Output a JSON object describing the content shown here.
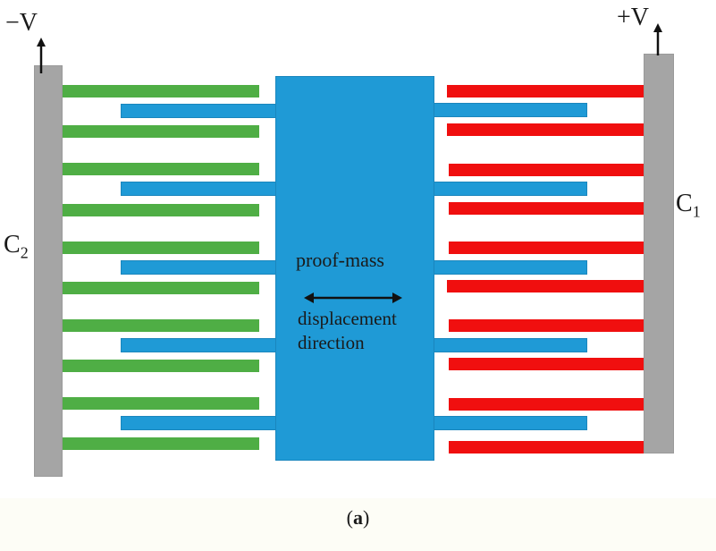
{
  "diagram": {
    "left_voltage": "−V",
    "right_voltage": "+V",
    "left_electrode_label_main": "C",
    "left_electrode_label_sub": "2",
    "right_electrode_label_main": "C",
    "right_electrode_label_sub": "1",
    "mass_label": "proof-mass",
    "direction_label_line1": "displacement",
    "direction_label_line2": "direction"
  },
  "caption": {
    "open": "(",
    "letter": "a",
    "close": ")"
  },
  "colors": {
    "left_fingers": "#4fae45",
    "right_fingers": "#f00f0f",
    "proof_mass": "#1f9ad6",
    "electrodes": "#a5a5a5"
  }
}
